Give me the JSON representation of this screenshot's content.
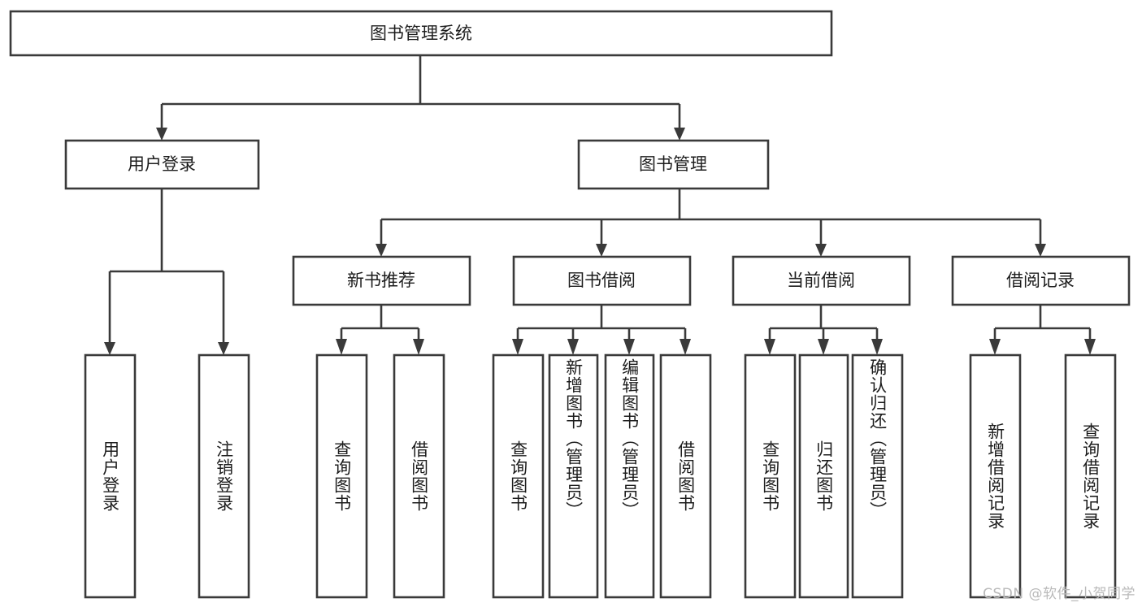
{
  "diagram": {
    "type": "tree",
    "title": "图书管理系统",
    "root": {
      "id": "root",
      "label": "图书管理系统",
      "orientation": "horizontal"
    },
    "level1": [
      {
        "id": "user-login",
        "label": "用户登录",
        "orientation": "horizontal"
      },
      {
        "id": "book-manage",
        "label": "图书管理",
        "orientation": "horizontal"
      }
    ],
    "level2": [
      {
        "id": "new-book-rec",
        "label": "新书推荐",
        "parent": "book-manage",
        "orientation": "horizontal"
      },
      {
        "id": "book-borrow",
        "label": "图书借阅",
        "parent": "book-manage",
        "orientation": "horizontal"
      },
      {
        "id": "current-borrow",
        "label": "当前借阅",
        "parent": "book-manage",
        "orientation": "horizontal"
      },
      {
        "id": "borrow-record",
        "label": "借阅记录",
        "parent": "book-manage",
        "orientation": "horizontal"
      }
    ],
    "leaves": [
      {
        "id": "leaf-user-login",
        "label": "用户登录",
        "parent": "user-login",
        "orientation": "vertical"
      },
      {
        "id": "leaf-logout",
        "label": "注销登录",
        "parent": "user-login",
        "orientation": "vertical"
      },
      {
        "id": "leaf-query-book-1",
        "label": "查询图书",
        "parent": "new-book-rec",
        "orientation": "vertical"
      },
      {
        "id": "leaf-borrow-book-1",
        "label": "借阅图书",
        "parent": "new-book-rec",
        "orientation": "vertical"
      },
      {
        "id": "leaf-query-book-2",
        "label": "查询图书",
        "parent": "book-borrow",
        "orientation": "vertical"
      },
      {
        "id": "leaf-add-book",
        "label": "新增图书（管理员）",
        "parent": "book-borrow",
        "orientation": "vertical"
      },
      {
        "id": "leaf-edit-book",
        "label": "编辑图书（管理员）",
        "parent": "book-borrow",
        "orientation": "vertical"
      },
      {
        "id": "leaf-borrow-book-2",
        "label": "借阅图书",
        "parent": "book-borrow",
        "orientation": "vertical"
      },
      {
        "id": "leaf-query-book-3",
        "label": "查询图书",
        "parent": "current-borrow",
        "orientation": "vertical"
      },
      {
        "id": "leaf-return-book",
        "label": "归还图书",
        "parent": "current-borrow",
        "orientation": "vertical"
      },
      {
        "id": "leaf-confirm-return",
        "label": "确认归还（管理员）",
        "parent": "current-borrow",
        "orientation": "vertical"
      },
      {
        "id": "leaf-add-record",
        "label": "新增借阅记录",
        "parent": "borrow-record",
        "orientation": "vertical"
      },
      {
        "id": "leaf-query-record",
        "label": "查询借阅记录",
        "parent": "borrow-record",
        "orientation": "vertical"
      }
    ]
  },
  "watermark": {
    "text": "CSDN @软件_小贺同学"
  },
  "colors": {
    "box_stroke": "#3a3a3a",
    "box_fill": "#ffffff",
    "text": "#1d1d1d",
    "background": "#ffffff",
    "watermark": "#b9b9b9"
  }
}
